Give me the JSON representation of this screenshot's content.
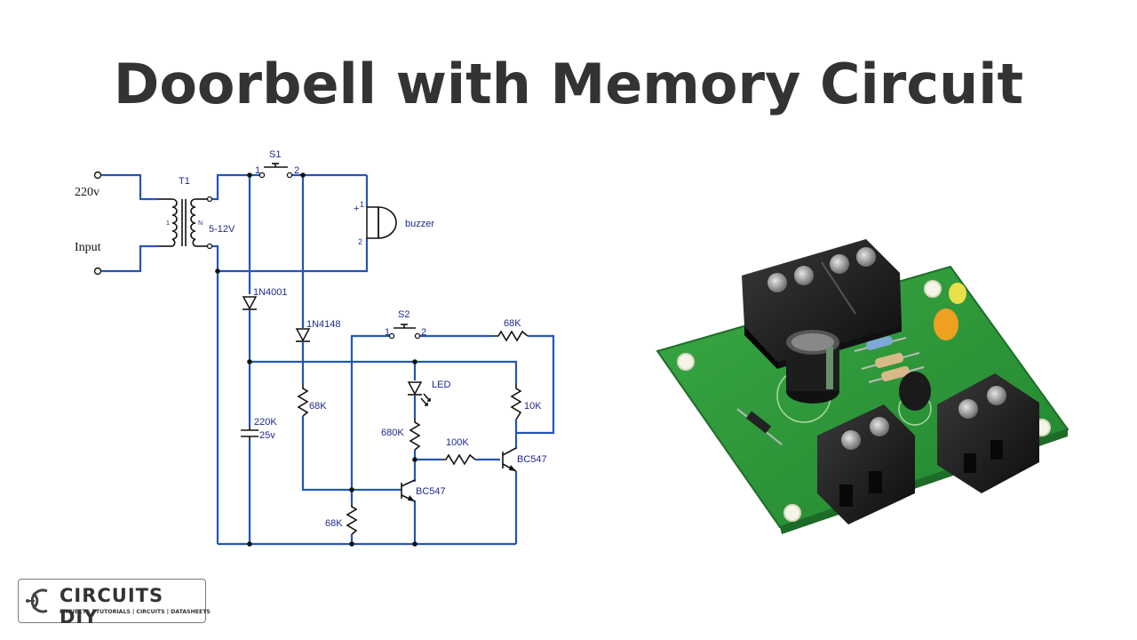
{
  "title": "Doorbell with Memory Circuit",
  "schematic": {
    "input_voltage": "220v",
    "input_label": "Input",
    "transformer": "T1",
    "transformer_pin_left": "1",
    "transformer_pin_right": "N",
    "secondary_voltage": "5-12V",
    "switch1": "S1",
    "switch2": "S2",
    "pin1": "1",
    "pin2": "2",
    "buzzer": "buzzer",
    "buzzer_plus": "+",
    "buzzer_pin1": "1",
    "buzzer_pin2": "2",
    "diode1": "1N4001",
    "diode2": "1N4148",
    "resistor_68k_a": "68K",
    "resistor_68k_b": "68K",
    "resistor_68k_c": "68K",
    "resistor_680k": "680K",
    "resistor_100k": "100K",
    "resistor_10k": "10K",
    "capacitor_value": "220K",
    "capacitor_voltage": "25v",
    "led": "LED",
    "transistor1": "BC547",
    "transistor2": "BC547"
  },
  "logo": {
    "name": "CIRCUITS DIY",
    "tagline": "PROJECTS | TUTORIALS | CIRCUITS | DATASHEETS"
  },
  "colors": {
    "wire": "#2455b7",
    "component": "#111111",
    "title": "#333333",
    "pcb_green": "#2f9a3a"
  }
}
